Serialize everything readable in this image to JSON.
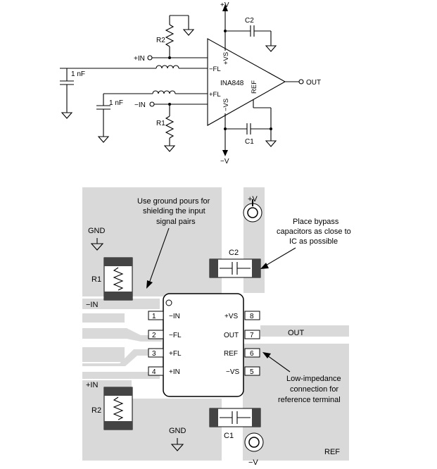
{
  "schematic": {
    "supply_pos": "+V",
    "supply_neg": "−V",
    "cap_top": "C2",
    "cap_bottom": "C1",
    "res_top": "R2",
    "res_bottom": "R1",
    "in_pos": "+IN",
    "in_neg": "−IN",
    "cap_left_1": "1 nF",
    "cap_left_2": "1 nF",
    "pin_minus_fl": "−FL",
    "pin_plus_fl": "+FL",
    "pin_plus_vs": "+VS",
    "pin_minus_vs": "−VS",
    "pin_ref": "REF",
    "part": "INA848",
    "out": "OUT"
  },
  "layout": {
    "gnd_left": "GND",
    "gnd_bottom": "GND",
    "r1": "R1",
    "r2": "R2",
    "c1": "C1",
    "c2": "C2",
    "in_neg": "−IN",
    "in_pos": "+IN",
    "out": "OUT",
    "ref": "REF",
    "supply_pos": "+V",
    "supply_neg": "−V",
    "note_ground_1": "Use ground pours for",
    "note_ground_2": "shielding the input",
    "note_ground_3": "signal pairs",
    "note_bypass_1": "Place bypass",
    "note_bypass_2": "capacitors as close to",
    "note_bypass_3": "IC as possible",
    "note_ref_1": "Low-impedance",
    "note_ref_2": "connection for",
    "note_ref_3": "reference terminal",
    "pins": [
      {
        "num": "1",
        "name": "−IN"
      },
      {
        "num": "2",
        "name": "−FL"
      },
      {
        "num": "3",
        "name": "+FL"
      },
      {
        "num": "4",
        "name": "+IN"
      },
      {
        "num": "8",
        "name": "+VS"
      },
      {
        "num": "7",
        "name": "OUT"
      },
      {
        "num": "6",
        "name": "REF"
      },
      {
        "num": "5",
        "name": "−VS"
      }
    ]
  }
}
